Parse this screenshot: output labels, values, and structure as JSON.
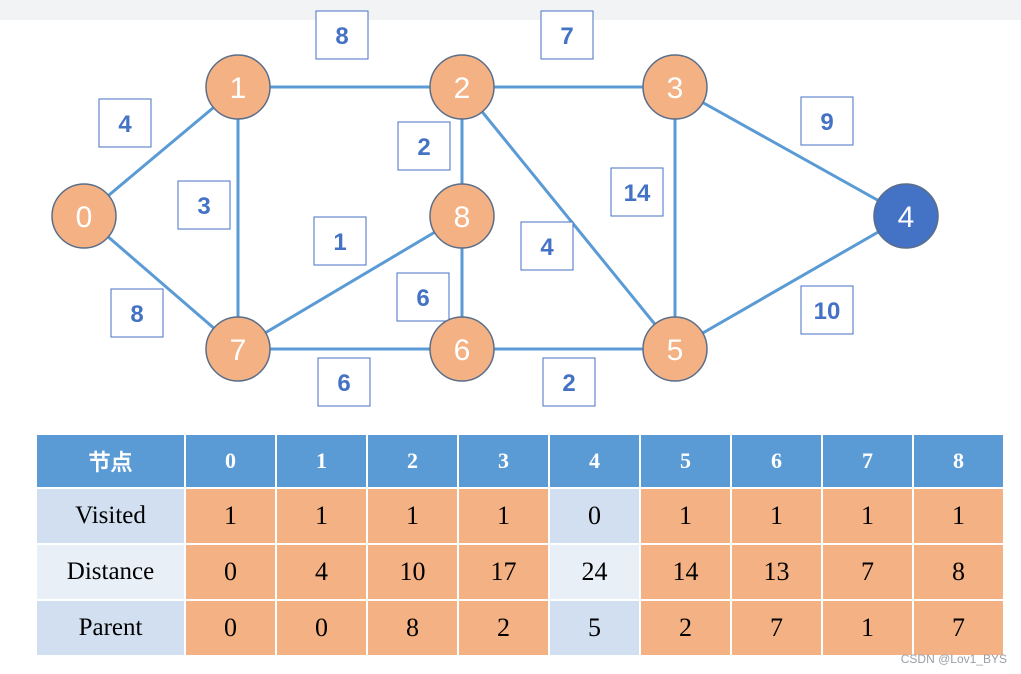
{
  "colors": {
    "visited_node": "#f4b183",
    "current_node": "#4472c4",
    "edge": "#5b9bd5",
    "weight_text": "#4472c4",
    "header": "#5b9bd5"
  },
  "nodes": [
    {
      "id": "0",
      "current": false
    },
    {
      "id": "1",
      "current": false
    },
    {
      "id": "2",
      "current": false
    },
    {
      "id": "3",
      "current": false
    },
    {
      "id": "4",
      "current": true
    },
    {
      "id": "5",
      "current": false
    },
    {
      "id": "6",
      "current": false
    },
    {
      "id": "7",
      "current": false
    },
    {
      "id": "8",
      "current": false
    }
  ],
  "edges": [
    {
      "from": "0",
      "to": "1",
      "weight": "4"
    },
    {
      "from": "0",
      "to": "7",
      "weight": "8"
    },
    {
      "from": "1",
      "to": "2",
      "weight": "8"
    },
    {
      "from": "1",
      "to": "7",
      "weight": "3"
    },
    {
      "from": "2",
      "to": "3",
      "weight": "7"
    },
    {
      "from": "2",
      "to": "8",
      "weight": "2"
    },
    {
      "from": "2",
      "to": "5",
      "weight": "4"
    },
    {
      "from": "3",
      "to": "4",
      "weight": "9"
    },
    {
      "from": "3",
      "to": "5",
      "weight": "14"
    },
    {
      "from": "4",
      "to": "5",
      "weight": "10"
    },
    {
      "from": "5",
      "to": "6",
      "weight": "2"
    },
    {
      "from": "6",
      "to": "7",
      "weight": "6"
    },
    {
      "from": "6",
      "to": "8",
      "weight": "6"
    },
    {
      "from": "7",
      "to": "8",
      "weight": "1"
    }
  ],
  "table": {
    "corner": "节点",
    "columns": [
      "0",
      "1",
      "2",
      "3",
      "4",
      "5",
      "6",
      "7",
      "8"
    ],
    "rows": [
      {
        "label": "Visited",
        "values": [
          "1",
          "1",
          "1",
          "1",
          "0",
          "1",
          "1",
          "1",
          "1"
        ]
      },
      {
        "label": "Distance",
        "values": [
          "0",
          "4",
          "10",
          "17",
          "24",
          "14",
          "13",
          "7",
          "8"
        ]
      },
      {
        "label": "Parent",
        "values": [
          "0",
          "0",
          "8",
          "2",
          "5",
          "2",
          "7",
          "1",
          "7"
        ]
      }
    ],
    "highlight_column": "4"
  },
  "watermark": "CSDN @Lov1_BYS"
}
